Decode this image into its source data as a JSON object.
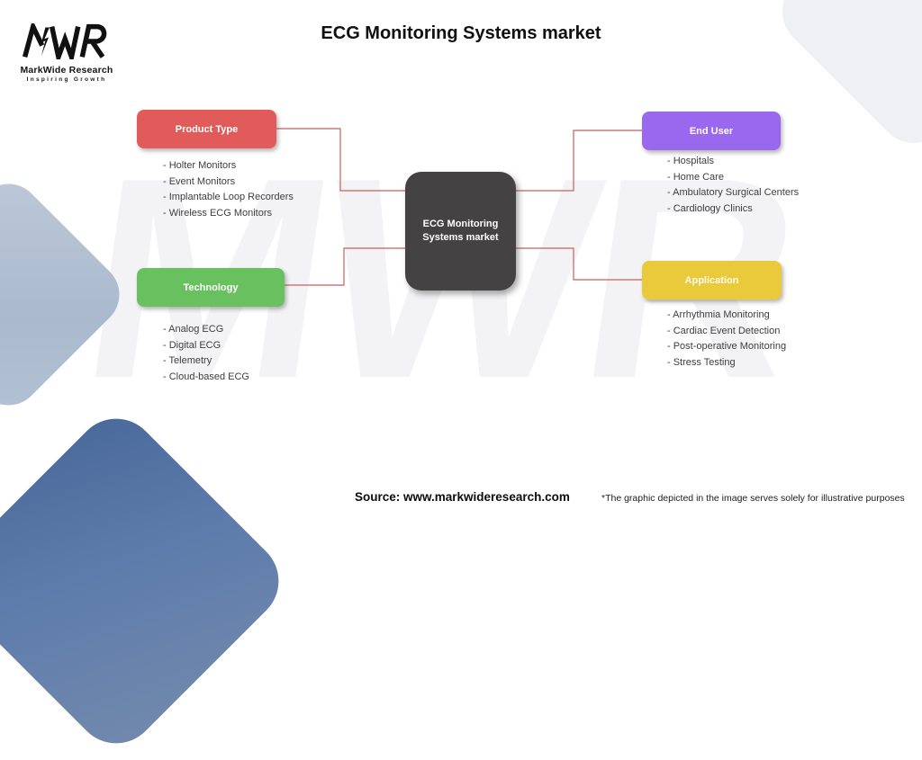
{
  "title": "ECG Monitoring Systems market",
  "logo": {
    "acronym": "MWR",
    "name": "MarkWide Research",
    "tagline": "Inspiring Growth"
  },
  "watermark": "MWR",
  "center_node": {
    "label": "ECG Monitoring Systems market"
  },
  "branches": {
    "product_type": {
      "label": "Product Type",
      "color": "#e15b5b",
      "items": [
        "- Holter Monitors",
        "- Event Monitors",
        "- Implantable Loop Recorders",
        "- Wireless ECG Monitors"
      ]
    },
    "end_user": {
      "label": "End User",
      "color": "#9a68ef",
      "items": [
        "- Hospitals",
        "- Home Care",
        "- Ambulatory Surgical Centers",
        "- Cardiology Clinics"
      ]
    },
    "technology": {
      "label": "Technology",
      "color": "#68c05f",
      "items": [
        "- Analog ECG",
        "- Digital ECG",
        "- Telemetry",
        "- Cloud-based ECG"
      ]
    },
    "application": {
      "label": "Application",
      "color": "#eac93a",
      "items": [
        "- Arrhythmia Monitoring",
        "- Cardiac Event Detection",
        "- Post-operative Monitoring",
        "- Stress Testing"
      ]
    }
  },
  "footer": {
    "source": "Source: www.markwideresearch.com",
    "disclaimer": "*The graphic depicted in the image serves solely for illustrative purposes"
  },
  "colors": {
    "connector": "#c1625e",
    "center_node_bg": "#454243"
  }
}
